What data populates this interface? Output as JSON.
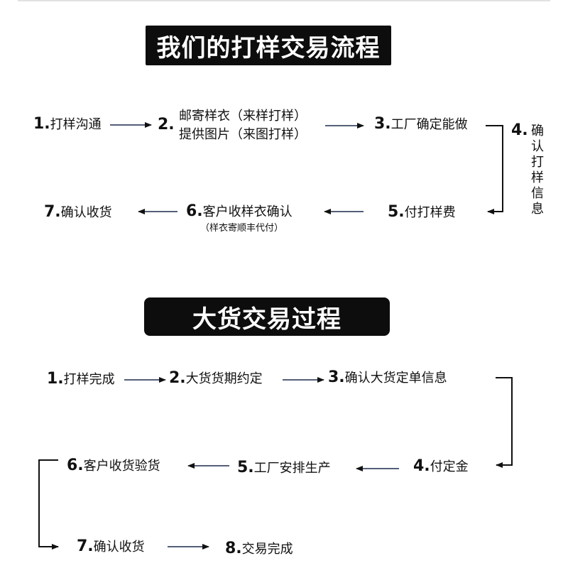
{
  "sample": {
    "title": "我们的打样交易流程",
    "steps": [
      {
        "num": "1.",
        "label": "打样沟通"
      },
      {
        "num": "2.",
        "label": "邮寄样衣（来样打样）",
        "label2": "提供图片（来图打样）"
      },
      {
        "num": "3.",
        "label": "工厂确定能做"
      },
      {
        "num": "4.",
        "label": "确认打样信息"
      },
      {
        "num": "5.",
        "label": "付打样费"
      },
      {
        "num": "6.",
        "label": "客户收样衣确认",
        "note": "（样衣寄顺丰代付）"
      },
      {
        "num": "7.",
        "label": "确认收货"
      }
    ]
  },
  "bulk": {
    "title": "大货交易过程",
    "steps": [
      {
        "num": "1.",
        "label": "打样完成"
      },
      {
        "num": "2.",
        "label": "大货货期约定"
      },
      {
        "num": "3.",
        "label": "确认大货定单信息"
      },
      {
        "num": "4.",
        "label": "付定金"
      },
      {
        "num": "5.",
        "label": "工厂安排生产"
      },
      {
        "num": "6.",
        "label": "客户收货验货"
      },
      {
        "num": "7.",
        "label": "确认收货"
      },
      {
        "num": "8.",
        "label": "交易完成"
      }
    ]
  }
}
